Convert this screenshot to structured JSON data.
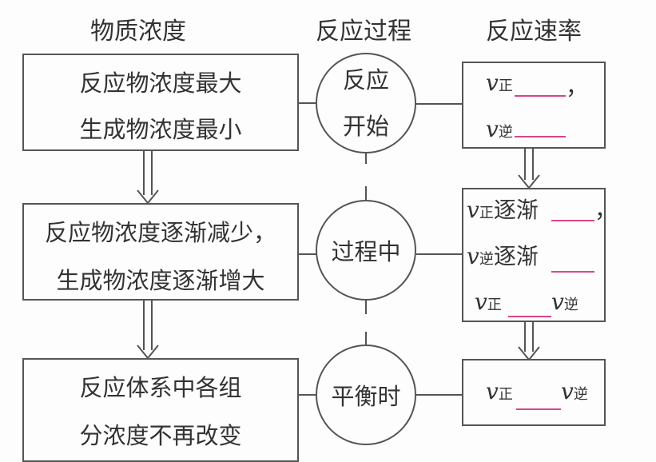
{
  "headers": {
    "concentration": "物质浓度",
    "process": "反应过程",
    "rate": "反应速率"
  },
  "stages": [
    {
      "concentration_lines": [
        "反应物浓度最大",
        "生成物浓度最小"
      ],
      "process_lines": [
        "反应",
        "开始"
      ],
      "rate_rows": [
        {
          "symbol": "v",
          "sub": "正",
          "text": "",
          "suffix": "，"
        },
        {
          "symbol": "v",
          "sub": "逆",
          "text": "",
          "suffix": ""
        }
      ]
    },
    {
      "concentration_lines": [
        "反应物浓度逐渐减少，",
        "生成物浓度逐渐增大"
      ],
      "process_lines": [
        "过程中"
      ],
      "rate_rows": [
        {
          "symbol": "v",
          "sub": "正",
          "text": "逐渐",
          "suffix": "，"
        },
        {
          "symbol": "v",
          "sub": "逆",
          "text": "逐渐",
          "suffix": ""
        }
      ],
      "comparison": {
        "left_symbol": "v",
        "left_sub": "正",
        "right_symbol": "v",
        "right_sub": "逆"
      }
    },
    {
      "concentration_lines": [
        "反应体系中各组",
        "分浓度不再改变"
      ],
      "process_lines": [
        "平衡时"
      ],
      "comparison": {
        "left_symbol": "v",
        "left_sub": "正",
        "right_symbol": "v",
        "right_sub": "逆"
      }
    }
  ],
  "colors": {
    "blank_line": "#d6478a",
    "stroke": "#555555"
  }
}
